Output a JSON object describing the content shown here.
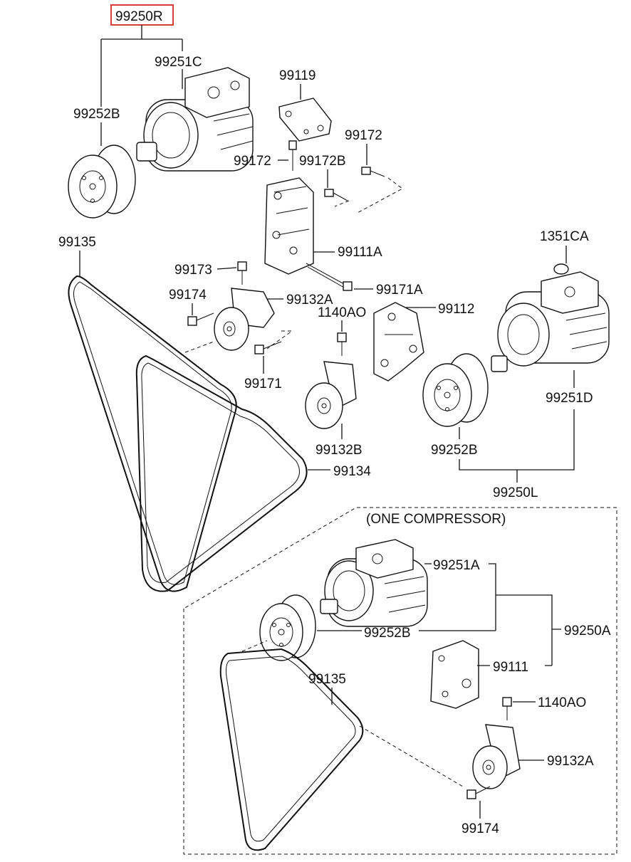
{
  "highlight": {
    "label": "99250R",
    "color": "#d93a3a"
  },
  "labels": {
    "l_99251C": "99251C",
    "l_99252B_top": "99252B",
    "l_99119": "99119",
    "l_99172_right": "99172",
    "l_99172_left": "99172",
    "l_99172B": "99172B",
    "l_99135_top": "99135",
    "l_99111A": "99111A",
    "l_1351CA": "1351CA",
    "l_99173": "99173",
    "l_99171A": "99171A",
    "l_99174_top": "99174",
    "l_99132A_top": "99132A",
    "l_1140AO_top": "1140AO",
    "l_99112": "99112",
    "l_99171": "99171",
    "l_99251D": "99251D",
    "l_99132B": "99132B",
    "l_99252B_mid": "99252B",
    "l_99134": "99134",
    "l_99250L": "99250L",
    "one_compressor": "(ONE COMPRESSOR)",
    "l_99251A": "99251A",
    "l_99252B_bot": "99252B",
    "l_99250A": "99250A",
    "l_99111": "99111",
    "l_99135_bot": "99135",
    "l_1140AO_bot": "1140AO",
    "l_99132A_bot": "99132A",
    "l_99174_bot": "99174"
  }
}
